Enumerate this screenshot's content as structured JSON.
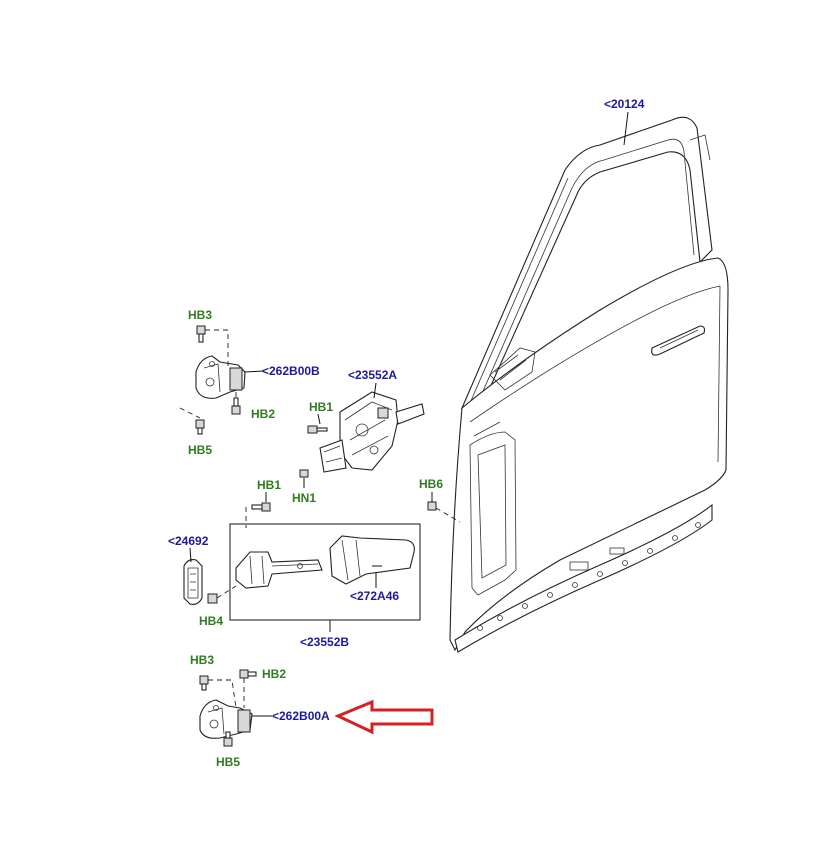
{
  "colors": {
    "part_label": "#1a1aa0",
    "fastener_label": "#2e7d1e",
    "arrow": "#d42020",
    "line": "#222222"
  },
  "labels": {
    "door_shell": "<20124",
    "upper_hinge": "<262B00B",
    "latch": "<23552A",
    "seal": "<24692",
    "check_strap_assembly": "<23552B",
    "check_strap_housing": "<272A46",
    "lower_hinge": "<262B00A"
  },
  "fasteners": {
    "upper_hb3": "HB3",
    "upper_hb2": "HB2",
    "upper_hb5": "HB5",
    "latch_hb1": "HB1",
    "latch_hn1": "HN1",
    "strap_hb1": "HB1",
    "door_hb6": "HB6",
    "strap_hb4": "HB4",
    "lower_hb3": "HB3",
    "lower_hb2": "HB2",
    "lower_hb5": "HB5"
  }
}
